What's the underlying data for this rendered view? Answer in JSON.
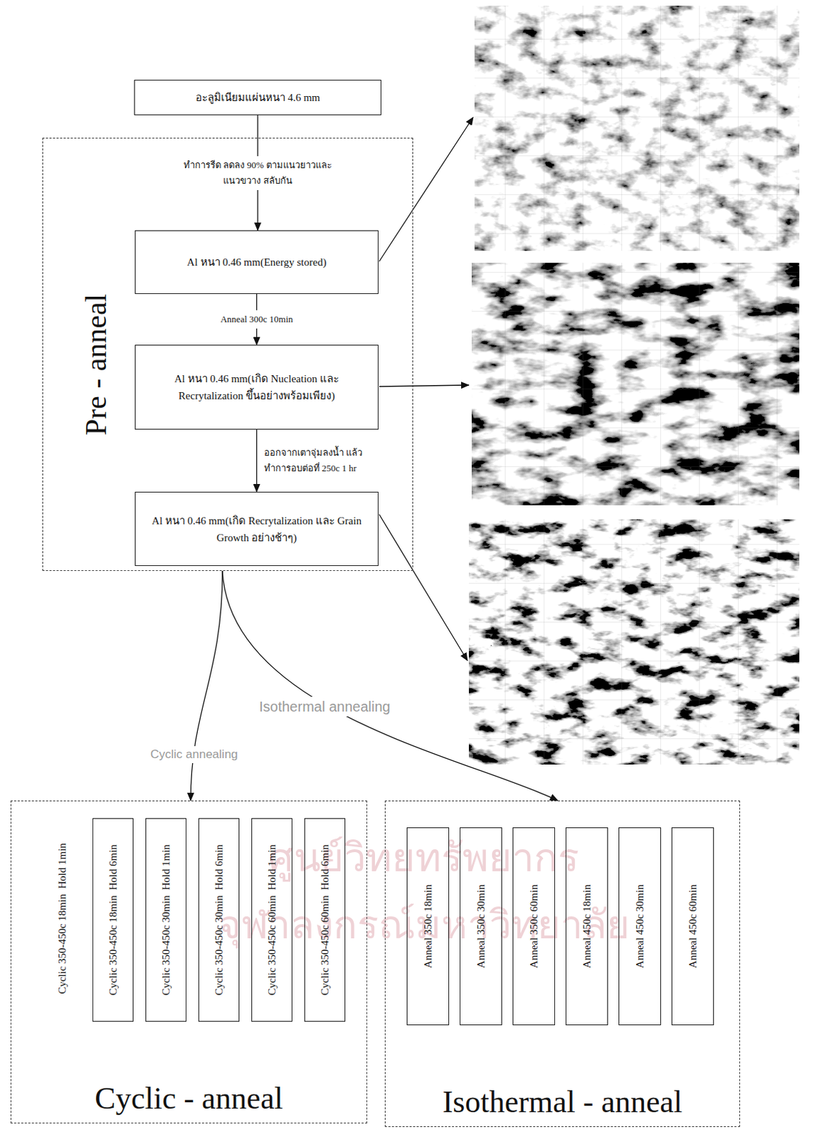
{
  "diagram": {
    "nodes": [
      {
        "text": [
          "อะลูมิเนียมแผ่นหนา 4.6 mm"
        ]
      },
      {
        "text": [
          "Pre - anneal"
        ]
      },
      {
        "text": [
          "Al หนา 0.46 mm(Energy stored)"
        ],
        "in": 1
      },
      {
        "text": [
          "Al หนา 0.46 mm(เกิด Nucleation และ Recrytalization ขึ้นอย่างพร้อมเพียง)"
        ],
        "in": 1
      },
      {
        "text": [
          "Al หนา 0.46 mm(เกิด Recrytalization และ Grain Growth อย่างช้าๆ)"
        ],
        "in": 1
      },
      {
        "text": [
          "Cyclic - anneal"
        ]
      },
      {
        "text": [
          "Cyclic 350-450c 18min  Hold 6min"
        ],
        "in": 5
      },
      {
        "text": [
          "Cyclic 350-450c 30min  Hold 1min"
        ],
        "in": 5
      },
      {
        "text": [
          "Cyclic 350-450c 30min  Hold 6min"
        ],
        "in": 5
      },
      {
        "text": [
          "Cyclic 350-450c 60min  Hold 1min"
        ],
        "in": 5
      },
      {
        "text": [
          "Cyclic 350-450c 60min  Hold 6min"
        ],
        "in": 5
      },
      {
        "text": [
          "Isothermal - anneal"
        ]
      },
      {
        "text": [
          "Anneal 350c 18min"
        ],
        "in": 11
      },
      {
        "text": [
          "Anneal 350c 30min"
        ],
        "in": 11
      },
      {
        "text": [
          "Anneal 350c 60min"
        ],
        "in": 11
      },
      {
        "text": [
          "Anneal 450c 18min"
        ],
        "in": 11
      },
      {
        "text": [
          "Anneal 450c 30min"
        ],
        "in": 11
      },
      {
        "text": [
          "Anneal 450c 60min"
        ],
        "in": 11
      }
    ],
    "edges": [
      {
        "from": 0,
        "to": 2,
        "label": "ทำการรีด ลดลง 90% ตามแนวยาวและแนวขวาง สลับกัน",
        "arrow": "to"
      },
      {
        "from": 2,
        "to": 3,
        "label": "Anneal 300c 10min",
        "arrow": "to"
      },
      {
        "from": 3,
        "to": 4,
        "label": "ออกจากเตาจุ่มลงน้ำ แล้วทำการอบต่อที่ 250c 1 hr",
        "arrow": "to"
      },
      {
        "from": 1,
        "to": 5,
        "label": "Cyclic annealing",
        "arrow": "to"
      },
      {
        "from": 1,
        "to": 11,
        "label": "Isothermal annealing",
        "arrow": "to"
      }
    ],
    "labels": [
      "Cyclic 350-450c 18min  Hold 1min",
      "ศูนย์วิทยทรัพยากร",
      "จุฬาลงกรณ์มหาวิทยาลัย"
    ]
  }
}
